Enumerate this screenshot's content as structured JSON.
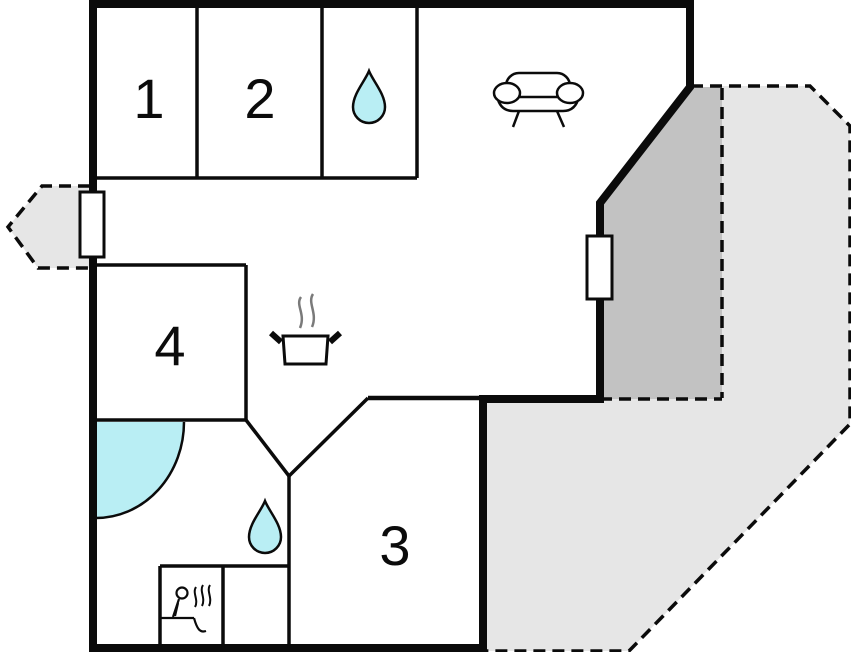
{
  "plan": {
    "type": "floor-plan",
    "room_labels": {
      "bedroom1": "1",
      "bedroom2": "2",
      "room3": "3",
      "bedroom4": "4"
    },
    "icons": {
      "bath_top": "water-drop",
      "living": "sofa",
      "kitchen": "stove-with-steam",
      "bath_lower": "water-drop",
      "sauna": "sauna-person-with-steam"
    },
    "outdoor_areas": [
      "left-bay-terrace",
      "covered-terrace",
      "open-terrace"
    ],
    "colors": {
      "wall": "#0b0b0b",
      "water": "#b9eef4",
      "terrace_light": "#e6e6e6",
      "terrace_dark": "#c2c2c2",
      "window": "#ffffff",
      "background": "#ffffff",
      "steam": "#7a7a7a"
    }
  }
}
